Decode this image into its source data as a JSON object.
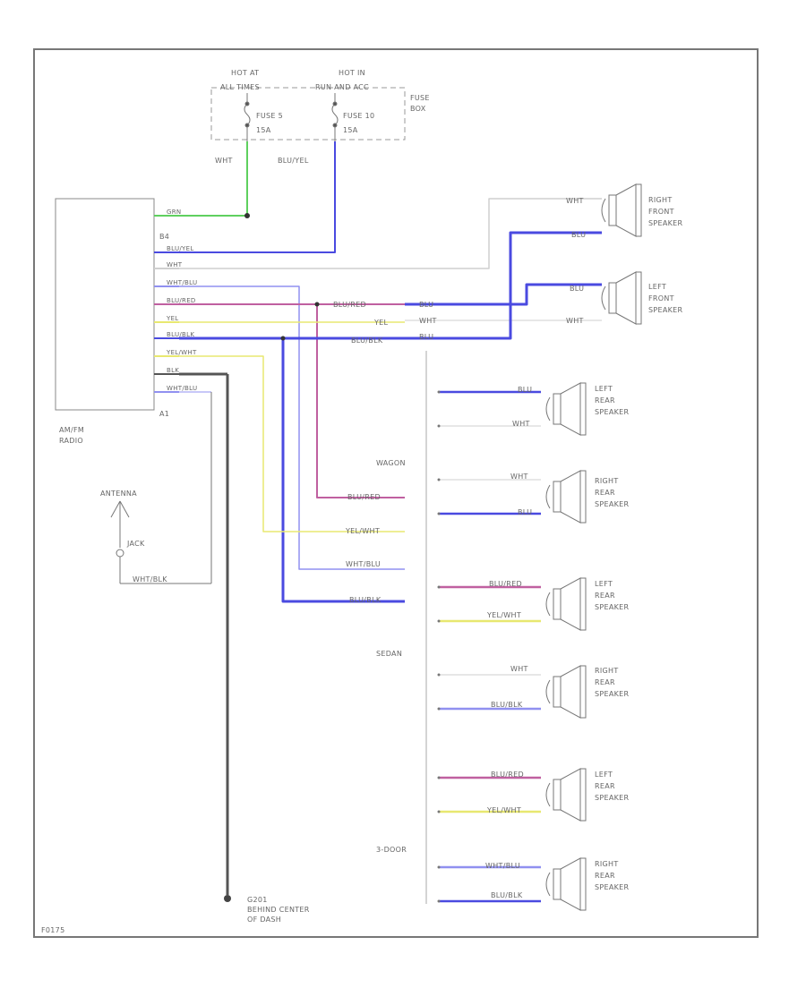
{
  "colors": {
    "white": "#cfcfcf",
    "blue": "#4a4ae0",
    "green": "#5fd05f",
    "violet": "#9090f0",
    "red": "#c060a0",
    "yellow": "#e8e870",
    "black": "#555555",
    "frame": "#777777",
    "dash": "#999999"
  },
  "fuse_box": {
    "hot_left": "HOT AT",
    "hot_left_sub": "ALL TIMES",
    "hot_right": "HOT IN",
    "hot_right_sub": "RUN AND ACC",
    "fuse_left": "FUSE 5",
    "fuse_left_amp": "15A",
    "fuse_right": "FUSE 10",
    "fuse_right_amp": "15A",
    "box_label": "FUSE",
    "box_label2": "BOX"
  },
  "radio": {
    "name": "AM/FM",
    "name2": "RADIO",
    "pin_top": "B4",
    "pin_bottom": "A1",
    "wires": [
      {
        "label": "GRN",
        "color": "green"
      },
      {
        "label": "BLU/YEL",
        "color": "blue"
      },
      {
        "label": "WHT",
        "color": "white"
      },
      {
        "label": "WHT/BLU",
        "color": "violet"
      },
      {
        "label": "BLU/RED",
        "color": "red"
      },
      {
        "label": "YEL",
        "color": "yellow"
      },
      {
        "label": "BLU/BLK",
        "color": "blue"
      },
      {
        "label": "YEL/WHT",
        "color": "yellow"
      },
      {
        "label": "BLK",
        "color": "black"
      },
      {
        "label": "WHT/BLU",
        "color": "violet"
      }
    ]
  },
  "fuse_wires": {
    "left": "WHT",
    "right": "BLU/YEL"
  },
  "mid_labels": [
    "BLU/RED",
    "YEL",
    "BLU/BLK"
  ],
  "front_conn_labels": [
    "BLU",
    "WHT",
    "BLU"
  ],
  "front_speakers": [
    {
      "name": "RIGHT",
      "name2": "FRONT",
      "name3": "SPEAKER",
      "pin1": "WHT",
      "pin2": "BLU"
    },
    {
      "name": "LEFT",
      "name2": "FRONT",
      "name3": "SPEAKER",
      "pin1": "BLU",
      "pin2": "WHT"
    }
  ],
  "body_labels": {
    "wagon": "WAGON",
    "sedan": "SEDAN",
    "coupe": "3-DOOR"
  },
  "wagon_conn_labels": [
    "BLU/RED",
    "YEL/WHT",
    "WHT/BLU",
    "BLU/BLK"
  ],
  "rear_speakers": [
    {
      "name": "LEFT",
      "name2": "REAR",
      "name3": "SPEAKER",
      "pin1": "BLU",
      "pin2": "WHT",
      "c1": "blue",
      "c2": "white"
    },
    {
      "name": "RIGHT",
      "name2": "REAR",
      "name3": "SPEAKER",
      "pin1": "WHT",
      "pin2": "BLU",
      "c1": "white",
      "c2": "blue"
    },
    {
      "name": "LEFT",
      "name2": "REAR",
      "name3": "SPEAKER",
      "pin1": "BLU/RED",
      "pin2": "YEL/WHT",
      "c1": "red",
      "c2": "yellow"
    },
    {
      "name": "RIGHT",
      "name2": "REAR",
      "name3": "SPEAKER",
      "pin1": "WHT",
      "pin2": "BLU/BLK",
      "c1": "white",
      "c2": "violet"
    },
    {
      "name": "LEFT",
      "name2": "REAR",
      "name3": "SPEAKER",
      "pin1": "BLU/RED",
      "pin2": "YEL/WHT",
      "c1": "red",
      "c2": "yellow"
    },
    {
      "name": "RIGHT",
      "name2": "REAR",
      "name3": "SPEAKER",
      "pin1": "WHT/BLU",
      "pin2": "BLU/BLK",
      "c1": "violet",
      "c2": "blue"
    }
  ],
  "antenna": {
    "label": "ANTENNA",
    "jack": "JACK",
    "wire": "WHT/BLK"
  },
  "ground": {
    "id": "G201",
    "line1": "BEHIND CENTER",
    "line2": "OF DASH"
  },
  "figure_code": "F0175"
}
